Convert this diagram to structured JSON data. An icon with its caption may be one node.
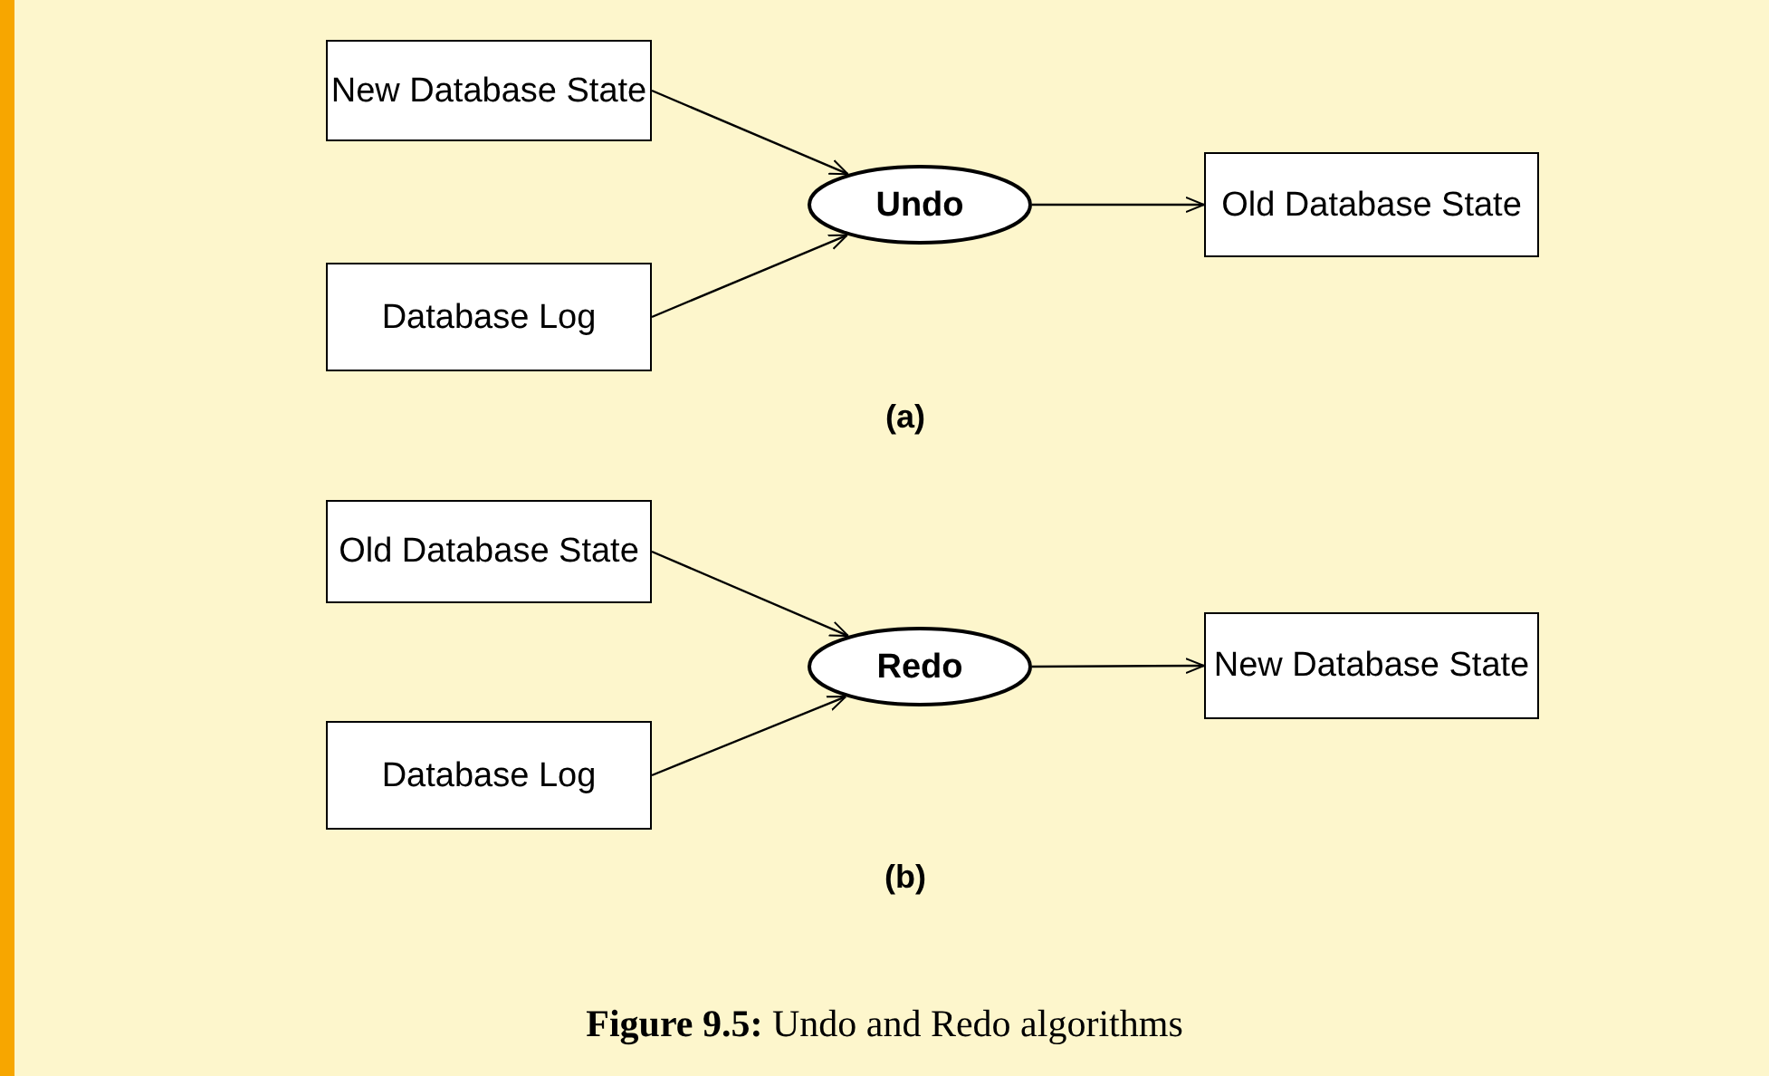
{
  "diagram": {
    "caption": "**Figure 9.5:** Undo and Redo algorithms",
    "nodes": [
      {
        "text": [
          "New Database State"
        ]
      },
      {
        "text": [
          "Database Log"
        ]
      },
      {
        "text": [
          "Undo"
        ]
      },
      {
        "text": [
          "Old Database State"
        ]
      },
      {
        "text": [
          "Old Database State"
        ]
      },
      {
        "text": [
          "Database Log"
        ]
      },
      {
        "text": [
          "Redo"
        ]
      },
      {
        "text": [
          "New Database State"
        ]
      }
    ],
    "edges": [
      {
        "from": 0,
        "to": 2,
        "arrow": "to"
      },
      {
        "from": 1,
        "to": 2,
        "arrow": "to"
      },
      {
        "from": 2,
        "to": 3,
        "arrow": "to"
      },
      {
        "from": 4,
        "to": 6,
        "arrow": "to"
      },
      {
        "from": 5,
        "to": 6,
        "arrow": "to"
      },
      {
        "from": 6,
        "to": 7,
        "arrow": "to"
      }
    ],
    "labels": [
      "(a)",
      "(b)"
    ]
  }
}
